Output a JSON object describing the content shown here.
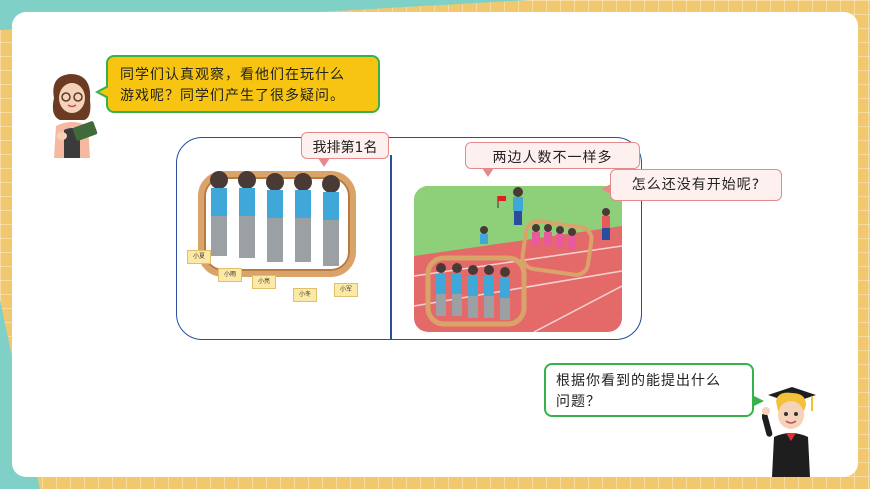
{
  "slide": {
    "teacher_speech": {
      "line1": "同学们认真观察，看他们在玩什么",
      "line2": "游戏呢？同学们产生了很多疑问。"
    },
    "left_panel": {
      "speech": "我排第1名",
      "name_tags": [
        "小夏",
        "小雨",
        "小亮",
        "小冬",
        "小军"
      ]
    },
    "right_panel": {
      "speech_top": "两边人数不一样多",
      "speech_side": "怎么还没有开始呢?"
    },
    "student_speech": {
      "line1": "根据你看到的能提出什么",
      "line2": "问题？"
    }
  },
  "colors": {
    "background": "#f2c86e",
    "teal": "#7fd1c8",
    "bubble_yellow": "#f7c511",
    "bubble_border_green": "#35b24a",
    "frame_blue": "#2a4da0",
    "bubble_pink": "#e58a8a"
  }
}
